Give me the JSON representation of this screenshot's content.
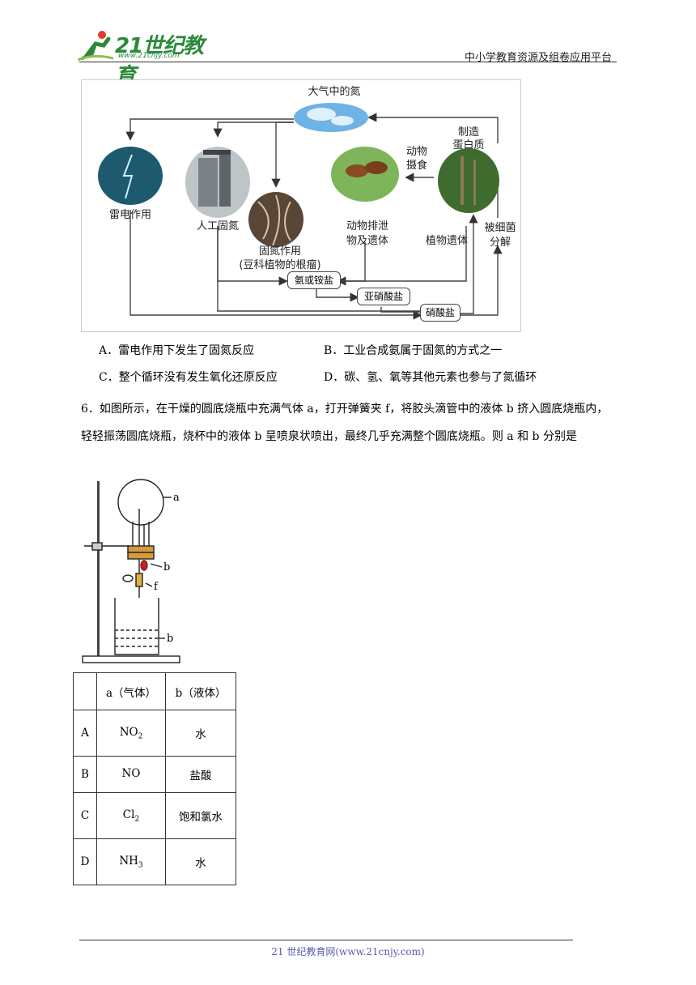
{
  "header": {
    "logo_text": "21世纪教育",
    "logo_url": "www.21cnjy.com",
    "right_title": "中小学教育资源及组卷应用平台"
  },
  "diagram": {
    "top": "大气中的氮",
    "thunder": "雷电作用",
    "industrial": "人工固氮",
    "bio_fix_1": "固氮作用",
    "bio_fix_2": "(豆科植物的根瘤)",
    "animal_excrete_1": "动物排泄",
    "animal_excrete_2": "物及遗体",
    "animal_eat_1": "动物",
    "animal_eat_2": "摄食",
    "make_protein_1": "制造",
    "make_protein_2": "蛋白质",
    "plant_remains": "植物遗体",
    "bacteria_1": "被细菌",
    "bacteria_2": "分解",
    "ammonia": "氨或铵盐",
    "nitrite": "亚硝酸盐",
    "nitrate": "硝酸盐"
  },
  "q5_options": {
    "A": "A．雷电作用下发生了固氮反应",
    "B": "B．工业合成氨属于固氮的方式之一",
    "C": "C．整个循环没有发生氧化还原反应",
    "D": "D．碳、氢、氧等其他元素也参与了氮循环"
  },
  "q6": {
    "text": "6．如图所示，在干燥的圆底烧瓶中充满气体 a，打开弹簧夹 f，将胶头滴管中的液体 b 挤入圆底烧瓶内，轻轻振荡圆底烧瓶，烧杯中的液体 b 呈喷泉状喷出，最终几乎充满整个圆底烧瓶。则 a 和 b 分别是",
    "label_a": "a",
    "label_b1": "b",
    "label_f": "f",
    "label_b2": "b"
  },
  "table": {
    "headers": [
      "",
      "a（气体）",
      "b（液体）"
    ],
    "rows": [
      {
        "opt": "A",
        "gas": "NO",
        "sub": "2",
        "liquid": "水"
      },
      {
        "opt": "B",
        "gas": "NO",
        "sub": "",
        "liquid": "盐酸"
      },
      {
        "opt": "C",
        "gas": "Cl",
        "sub": "2",
        "liquid": "饱和氯水"
      },
      {
        "opt": "D",
        "gas": "NH",
        "sub": "3",
        "liquid": "水"
      }
    ]
  },
  "footer": {
    "text": "21 世纪教育网(www.21cnjy.com)"
  }
}
